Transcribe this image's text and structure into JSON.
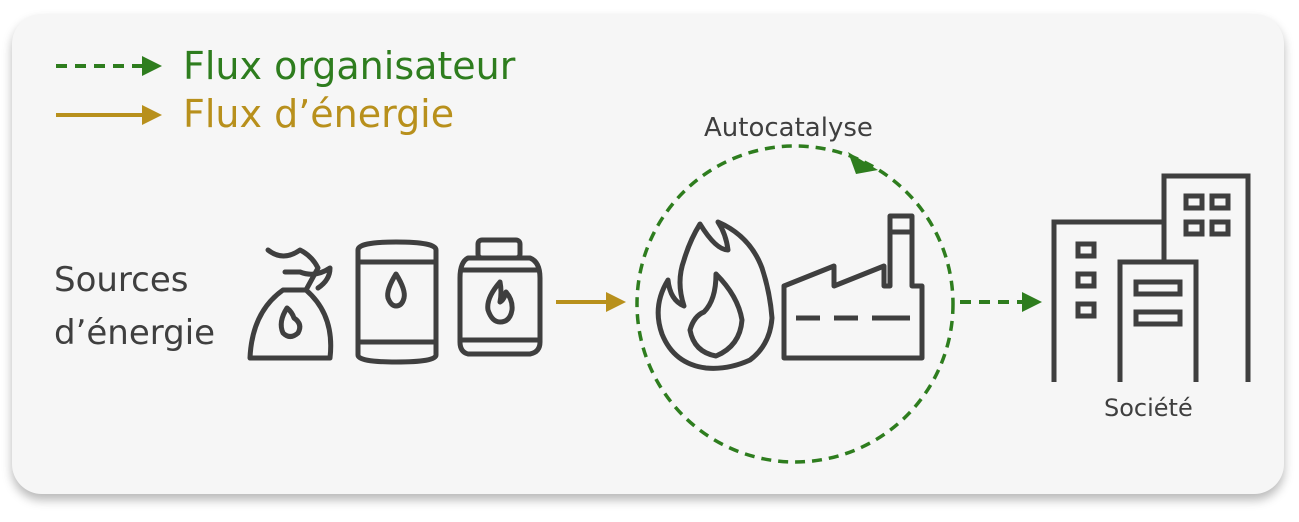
{
  "legend": {
    "organizer_label": "Flux organisateur",
    "energy_label": "Flux d’énergie"
  },
  "labels": {
    "sources_line1": "Sources",
    "sources_line2": "d’énergie",
    "autocatalysis": "Autocatalyse",
    "society": "Société"
  },
  "colors": {
    "organizer": "#2e7d1e",
    "energy": "#b8901c",
    "icon": "#3f3f3f",
    "card_bg": "#f6f6f6"
  },
  "icons": [
    "fuel-bag-icon",
    "oil-barrel-icon",
    "gas-cylinder-icon",
    "fire-icon",
    "factory-icon",
    "buildings-icon"
  ]
}
